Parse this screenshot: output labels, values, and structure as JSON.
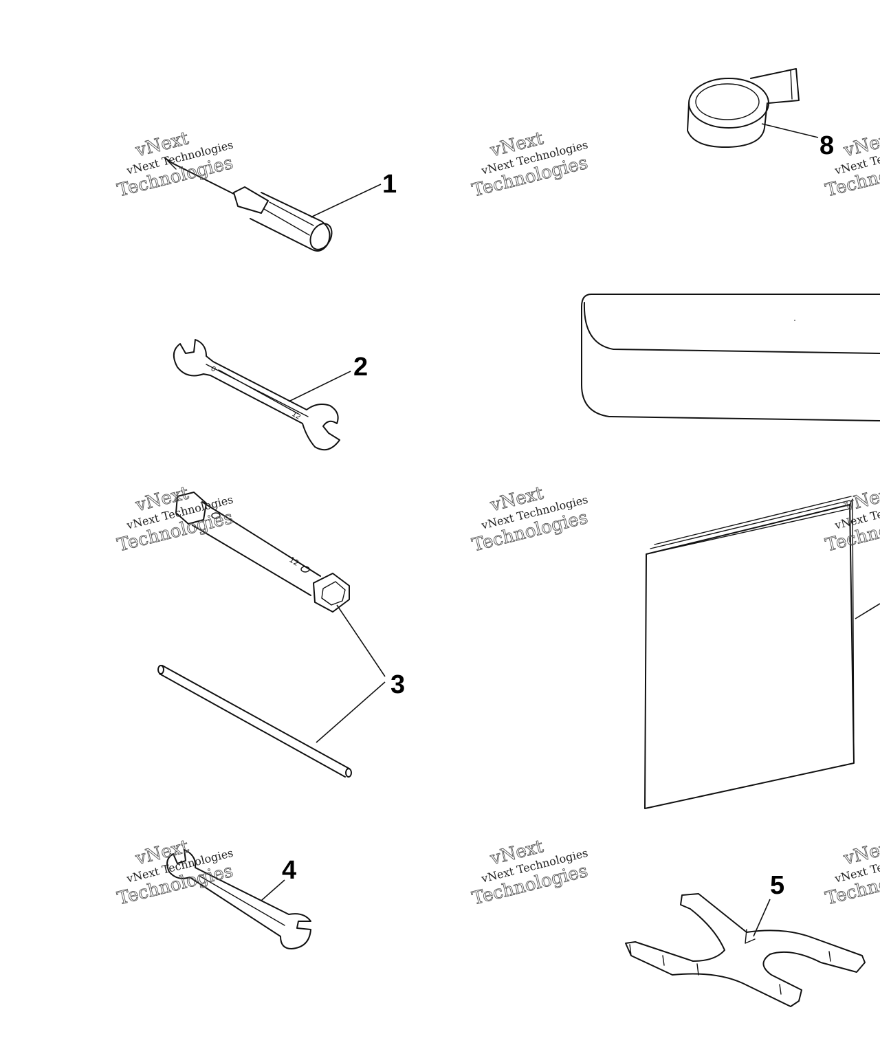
{
  "callouts": {
    "c1": "1",
    "c2": "2",
    "c3": "3",
    "c4": "4",
    "c5": "5",
    "c8": "8"
  },
  "watermark": {
    "line1": "vNext",
    "line2": "vNext Technologies",
    "line3": "Technologies"
  },
  "parts": [
    {
      "callout": "1",
      "icon": "screwdriver-icon"
    },
    {
      "callout": "2",
      "icon": "open-end-wrench-icon"
    },
    {
      "callout": "3",
      "icon": "box-wrench-and-bar-icon"
    },
    {
      "callout": "4",
      "icon": "small-wrench-icon"
    },
    {
      "callout": "5",
      "icon": "hook-spanner-icon"
    },
    {
      "callout": "8",
      "icon": "strap-roll-icon"
    },
    {
      "callout": "",
      "icon": "tool-pouch-icon"
    },
    {
      "callout": "",
      "icon": "manual-booklet-icon"
    }
  ]
}
